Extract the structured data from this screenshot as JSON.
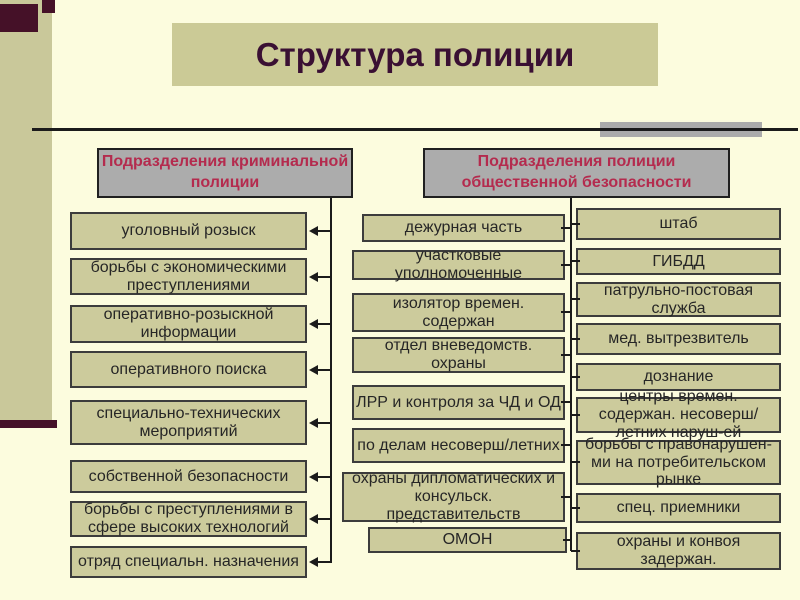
{
  "slide_title": "Структура полиции",
  "left_section": {
    "header_lines": [
      "Подразделения криминальной",
      "полиции"
    ],
    "boxes": [
      "уголовный розыск",
      "борьбы с экономическими преступлениями",
      "оперативно-розыскной информации",
      "оперативного поиска",
      "специально-технических мероприятий",
      "собственной безопасности",
      "борьбы с преступлениями  в сфере высоких технологий",
      "отряд специальн. назначения"
    ]
  },
  "right_section": {
    "header_lines": [
      "Подразделения полиции",
      "общественной безопасности"
    ],
    "middle_boxes": [
      "дежурная часть",
      "участковые уполномоченные",
      "изолятор времен. содержан",
      "отдел вневедомств. охраны",
      "ЛРР и контроля за ЧД и ОД",
      "по делам несоверш/летних",
      "охраны дипломатических  и консульск. представительств",
      "ОМОН"
    ],
    "right_boxes": [
      "штаб",
      "ГИБДД",
      "патрульно-постовая служба",
      "мед. вытрезвитель",
      "дознание",
      "центры времен. содержан. несоверш/летних  наруш-ей",
      "борьбы с правонарушен-ми на  потребительском рынке",
      "спец. приемники",
      "охраны и конвоя задержан."
    ]
  },
  "colors": {
    "background": "#FCFCDE",
    "box_fill": "#CCCB9C",
    "title_box_fill": "#CBCA96",
    "header_fill": "#ACACAC",
    "header_text": "#B42B4E",
    "title_text": "#3A1033",
    "box_border": "#3C3C3C",
    "connector_line": "#1B1B1B",
    "accent_olive_strip": "#C9C89A",
    "accent_maroon": "#451128",
    "accent_grey_bar": "#ABABAB"
  }
}
